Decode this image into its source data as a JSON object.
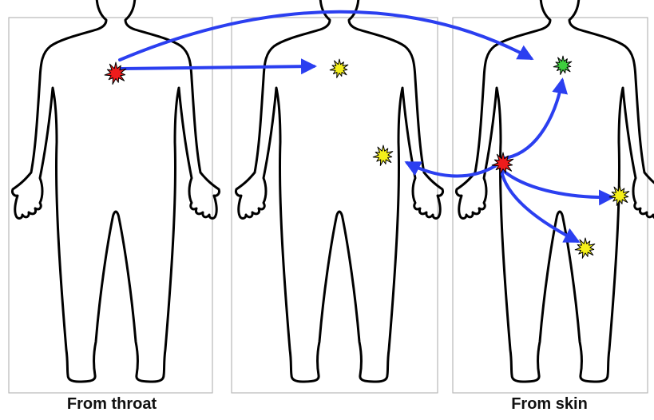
{
  "captions": {
    "left": "From throat",
    "right": "From skin"
  },
  "panels": [
    {
      "name": "panel-throat"
    },
    {
      "name": "panel-middle"
    },
    {
      "name": "panel-skin"
    }
  ],
  "colors": {
    "panel_border": "#b8b8b8",
    "body_outline": "#000000",
    "arrow": "#2b3ff0",
    "infection_source": "#ee1c1c",
    "secondary_site": "#f5f01a",
    "green_site": "#3ecf3e"
  },
  "markers": [
    {
      "name": "throat-infection-source",
      "kind": "source",
      "color_key": "infection_source"
    },
    {
      "name": "throat-site-middle",
      "kind": "secondary",
      "color_key": "secondary_site"
    },
    {
      "name": "arm-site-middle",
      "kind": "secondary",
      "color_key": "secondary_site"
    },
    {
      "name": "throat-site-right",
      "kind": "secondary",
      "color_key": "green_site"
    },
    {
      "name": "skin-infection-source",
      "kind": "source",
      "color_key": "infection_source"
    },
    {
      "name": "hand-site-right",
      "kind": "secondary",
      "color_key": "secondary_site"
    },
    {
      "name": "leg-site-right",
      "kind": "secondary",
      "color_key": "secondary_site"
    }
  ],
  "arrows": [
    {
      "name": "arrow-throat-to-right-throat",
      "from": "throat-infection-source",
      "to": "throat-site-right"
    },
    {
      "name": "arrow-throat-to-middle-throat",
      "from": "throat-infection-source",
      "to": "throat-site-middle"
    },
    {
      "name": "arrow-skin-to-right-throat",
      "from": "skin-infection-source",
      "to": "throat-site-right"
    },
    {
      "name": "arrow-skin-to-middle-arm",
      "from": "skin-infection-source",
      "to": "arm-site-middle"
    },
    {
      "name": "arrow-skin-to-hand",
      "from": "skin-infection-source",
      "to": "hand-site-right"
    },
    {
      "name": "arrow-skin-to-leg",
      "from": "skin-infection-source",
      "to": "leg-site-right"
    }
  ]
}
